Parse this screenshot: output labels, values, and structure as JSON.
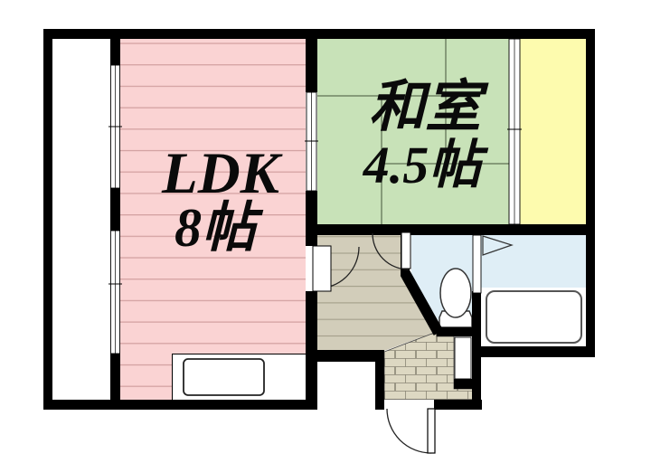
{
  "plan": {
    "type": "apartment-floor-plan",
    "background_color": "#ffffff",
    "wall_color": "#000000",
    "rooms": {
      "ldk": {
        "name": "LDK",
        "size": "8帖",
        "floor_color": "#fad3d3",
        "stripe_color": "#d2a0a0"
      },
      "washitsu": {
        "name": "和室",
        "size": "4.5帖",
        "floor_color": "#c8e2b8",
        "tatami_line_color": "#44543a"
      },
      "closet": {
        "floor_color": "#fdfbae"
      },
      "hallway": {
        "floor_color": "#d2cdba",
        "stripe_color": "#a49f8a"
      },
      "toilet": {
        "floor_color": "#dfeef6"
      },
      "bathroom": {
        "floor_color": "#dfeef6"
      },
      "balcony": {
        "floor_color": "#ffffff"
      },
      "genkan": {
        "tile_color": "#ddd8c2",
        "grout_color": "#8a8575"
      }
    },
    "fixtures": {
      "outline_color": "#333333",
      "door_arc_color": "#222222"
    }
  }
}
